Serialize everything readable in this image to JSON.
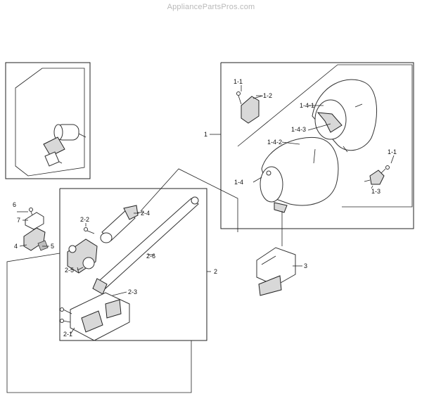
{
  "watermark": "AppliancePartsPros.com",
  "labels": {
    "l1": "1",
    "l1_1a": "1-1",
    "l1_2": "1-2",
    "l1_4_1": "1-4-1",
    "l1_4_3": "1-4-3",
    "l1_4_2": "1-4-2",
    "l1_1b": "1-1",
    "l1_4": "1-4",
    "l1_3": "1-3",
    "l3": "3",
    "l2": "2",
    "l2_2": "2-2",
    "l2_4": "2-4",
    "l2_5": "2-5",
    "l2_6": "2-6",
    "l2_3": "2-3",
    "l2_1": "2-1",
    "l6": "6",
    "l7": "7",
    "l4": "4",
    "l5": "5"
  }
}
